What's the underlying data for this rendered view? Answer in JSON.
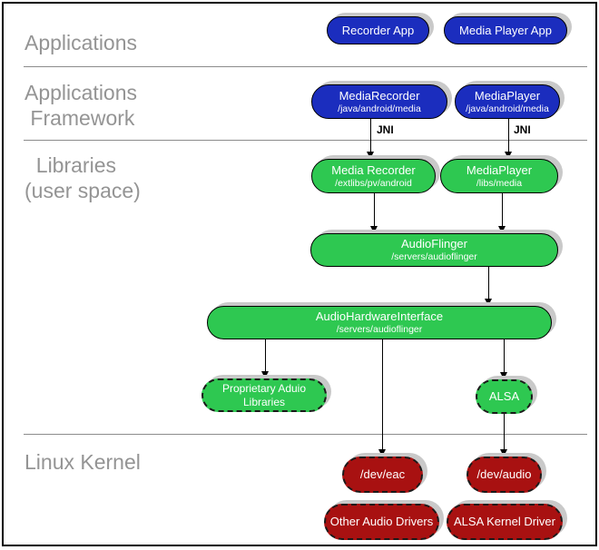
{
  "section_labels": {
    "applications": "Applications",
    "framework_line1": "Applications",
    "framework_line2": " Framework",
    "libraries_line1": "  Libraries",
    "libraries_line2": "(user space)",
    "linux_kernel": "Linux Kernel"
  },
  "nodes": {
    "recorder_app": {
      "title": "Recorder App"
    },
    "media_player_app": {
      "title": "Media Player App"
    },
    "media_recorder_fw": {
      "title": "MediaRecorder",
      "subtitle": "/java/android/media"
    },
    "media_player_fw": {
      "title": "MediaPlayer",
      "subtitle": "/java/android/media"
    },
    "media_recorder_lib": {
      "title": "Media Recorder",
      "subtitle": "/extlibs/pv/android"
    },
    "media_player_lib": {
      "title": "MediaPlayer",
      "subtitle": "/libs/media"
    },
    "audioflinger": {
      "title": "AudioFlinger",
      "subtitle": "/servers/audioflinger"
    },
    "audio_hardware_interface": {
      "title": "AudioHardwareInterface",
      "subtitle": "/servers/audioflinger"
    },
    "proprietary_audio_libraries": {
      "title": "Proprietary Aduio Libraries"
    },
    "alsa": {
      "title": "ALSA"
    },
    "dev_eac": {
      "title": "/dev/eac"
    },
    "dev_audio": {
      "title": "/dev/audio"
    },
    "other_audio_drivers": {
      "title": "Other Audio Drivers"
    },
    "alsa_kernel_driver": {
      "title": "ALSA Kernel Driver"
    }
  },
  "edge_labels": {
    "jni_left": "JNI",
    "jni_right": "JNI"
  },
  "colors": {
    "app_blue": "#1b2dbe",
    "lib_green": "#2ec851",
    "kernel_red": "#a81111",
    "shadow_gray": "#c9c9c9",
    "divider_gray": "#8c8c8c",
    "label_gray": "#949494",
    "connector_black": "#000000"
  }
}
